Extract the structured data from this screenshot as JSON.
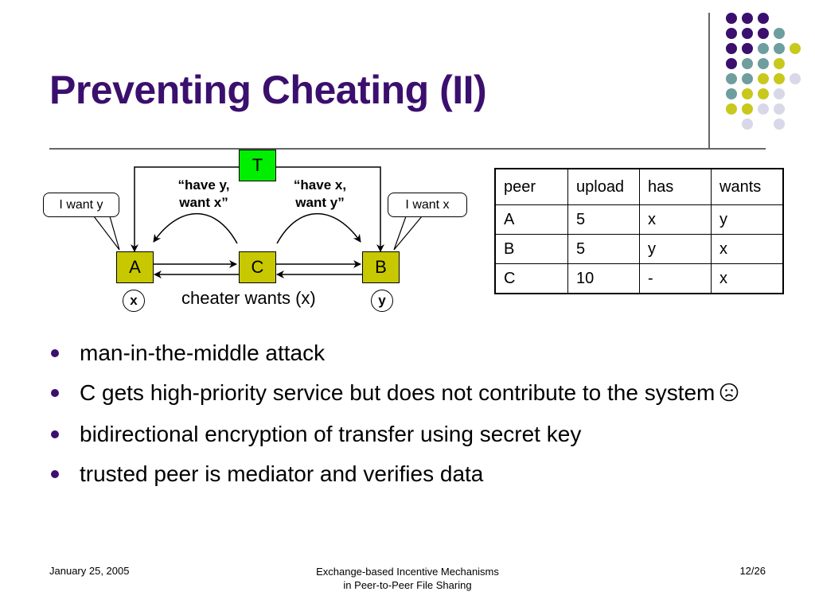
{
  "slide": {
    "title": "Preventing Cheating (II)"
  },
  "diagram": {
    "node_t": "T",
    "node_a": "A",
    "node_c": "C",
    "node_b": "B",
    "callout_left": "I want y",
    "callout_right": "I want x",
    "quote_left_line1": "“have y,",
    "quote_left_line2": "want x”",
    "quote_right_line1": "“have x,",
    "quote_right_line2": "want y”",
    "label_a_has": "x",
    "label_b_has": "y",
    "cheater_text": "cheater wants (x)",
    "colors": {
      "node_fill": "#c8c800",
      "trusted_fill": "#00ee00"
    }
  },
  "table": {
    "headers": [
      "peer",
      "upload",
      "has",
      "wants"
    ],
    "rows": [
      [
        "A",
        "5",
        "x",
        "y"
      ],
      [
        "B",
        "5",
        "y",
        "x"
      ],
      [
        "C",
        "10",
        "-",
        "x"
      ]
    ]
  },
  "bullets": [
    "man-in-the-middle attack",
    "C gets high-priority service but does not contribute to the system",
    "bidirectional encryption of transfer using secret key",
    "trusted peer is mediator and verifies data"
  ],
  "footer": {
    "date": "January 25, 2005",
    "center_line1": "Exchange-based Incentive Mechanisms",
    "center_line2": "in Peer-to-Peer File Sharing",
    "page": "12/26"
  },
  "theme": {
    "title_color": "#3b0f6e",
    "dot_colors": [
      "#3b0f6e",
      "#6e9e9e",
      "#c8c81e",
      "#d8d8e8"
    ]
  }
}
